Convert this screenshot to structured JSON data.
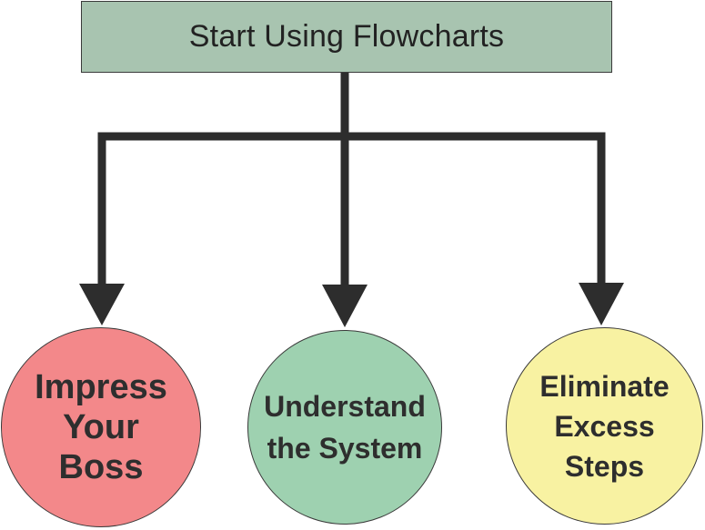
{
  "diagram": {
    "top_box": {
      "label": "Start Using Flowcharts",
      "color": "#a8c4b0"
    },
    "nodes": [
      {
        "label": "Impress\nYour\nBoss",
        "color": "#f3888a"
      },
      {
        "label": "Understand\nthe System",
        "color": "#9ed1b0"
      },
      {
        "label": "Eliminate\nExcess\nSteps",
        "color": "#f8f2a2"
      }
    ],
    "connector_color": "#2d2d2d"
  }
}
